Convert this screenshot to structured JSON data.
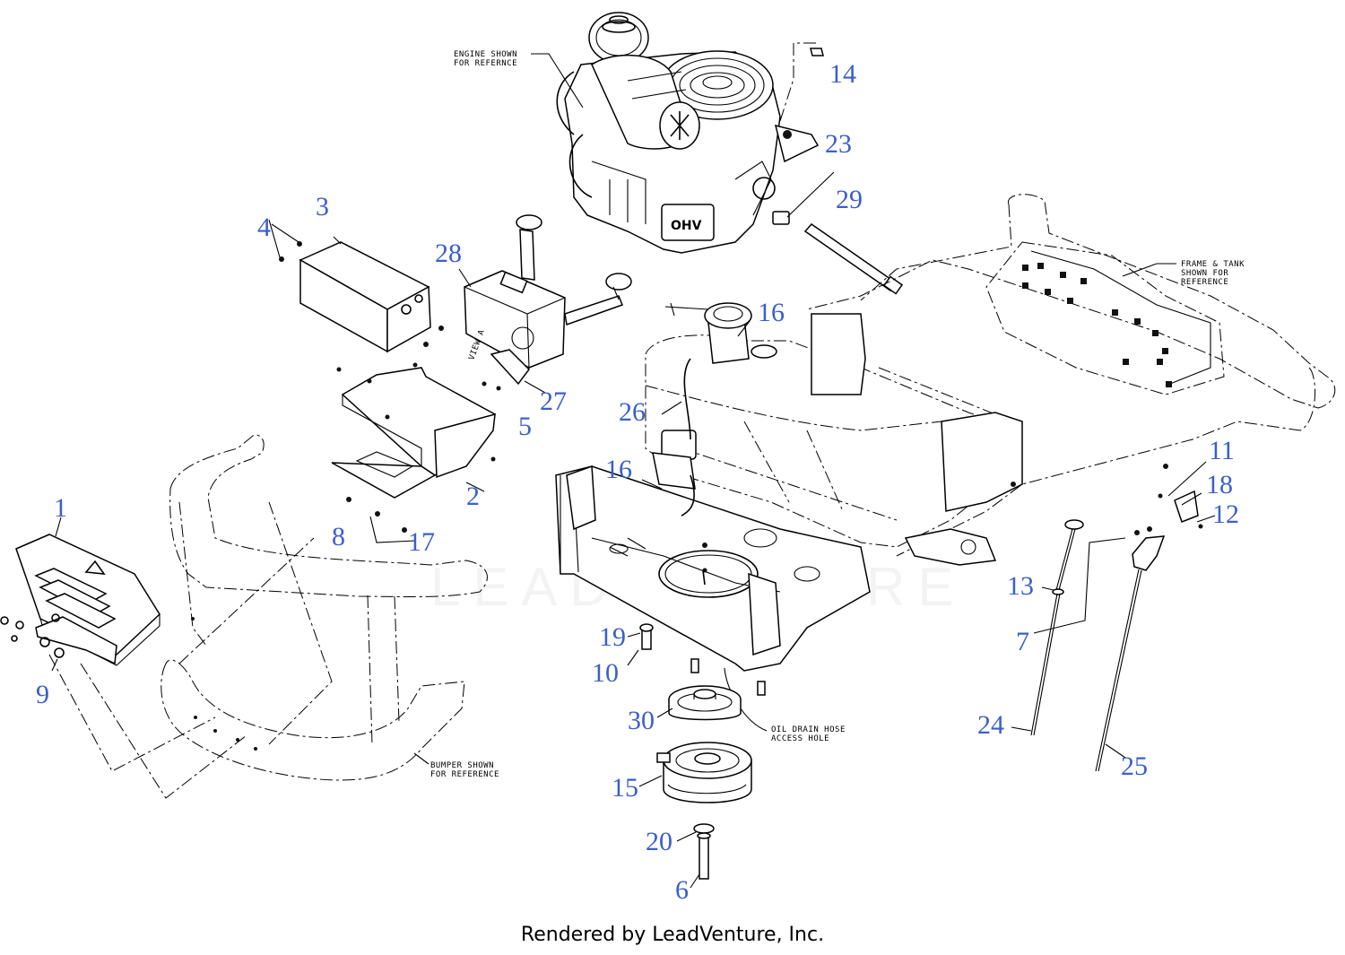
{
  "part_labels": [
    {
      "id": "1",
      "text": "1"
    },
    {
      "id": "2",
      "text": "2"
    },
    {
      "id": "3",
      "text": "3"
    },
    {
      "id": "4",
      "text": "4"
    },
    {
      "id": "5",
      "text": "5"
    },
    {
      "id": "6",
      "text": "6"
    },
    {
      "id": "7",
      "text": "7"
    },
    {
      "id": "8",
      "text": "8"
    },
    {
      "id": "9",
      "text": "9"
    },
    {
      "id": "10",
      "text": "10"
    },
    {
      "id": "11",
      "text": "11"
    },
    {
      "id": "12",
      "text": "12"
    },
    {
      "id": "13",
      "text": "13"
    },
    {
      "id": "14",
      "text": "14"
    },
    {
      "id": "15",
      "text": "15"
    },
    {
      "id": "16a",
      "text": "16"
    },
    {
      "id": "16b",
      "text": "16"
    },
    {
      "id": "17",
      "text": "17"
    },
    {
      "id": "18",
      "text": "18"
    },
    {
      "id": "19",
      "text": "19"
    },
    {
      "id": "20",
      "text": "20"
    },
    {
      "id": "23",
      "text": "23"
    },
    {
      "id": "24",
      "text": "24"
    },
    {
      "id": "25",
      "text": "25"
    },
    {
      "id": "26",
      "text": "26"
    },
    {
      "id": "27",
      "text": "27"
    },
    {
      "id": "28",
      "text": "28"
    },
    {
      "id": "29",
      "text": "29"
    },
    {
      "id": "30",
      "text": "30"
    }
  ],
  "notes": {
    "engine_line1": "ENGINE SHOWN",
    "engine_line2": "FOR REFERNCE",
    "frame_line1": "FRAME & TANK",
    "frame_line2": "SHOWN FOR",
    "frame_line3": "REFERENCE",
    "bumper_line1": "BUMPER SHOWN",
    "bumper_line2": "FOR REFERENCE",
    "oil_line1": "OIL DRAIN HOSE",
    "oil_line2": "ACCESS HOLE",
    "view_a": "VIEW A",
    "engine_badge": "OHV"
  },
  "watermark": "LEADVENTURE",
  "credit": "Rendered by LeadVenture, Inc.",
  "colors": {
    "label": "#3a5fcd",
    "line": "#000000",
    "background": "#ffffff"
  }
}
